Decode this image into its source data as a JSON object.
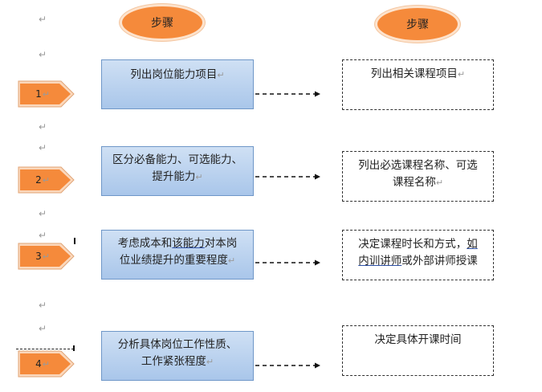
{
  "headers": {
    "left": "步骤",
    "right": "步骤"
  },
  "para_mark": "↵",
  "steps": [
    {
      "number": "1",
      "line1": "列出岗位能力项目",
      "line2": ""
    },
    {
      "number": "2",
      "line1": "区分必备能力、可选能力、",
      "line2": "提升能力"
    },
    {
      "number": "3",
      "line1_a": "考虑成本和",
      "line1_u": "该能力",
      "line1_b": "对本岗",
      "line2": "位业绩提升的重要程度"
    },
    {
      "number": "4",
      "line1": "分析具体岗位工作性质、",
      "line2": "工作紧张程度"
    }
  ],
  "courses": [
    {
      "line1": "列出相关课程项目",
      "line2": ""
    },
    {
      "line1": "列出必选课程名称、可选",
      "line2": "课程名称"
    },
    {
      "line1_a": "决定课程时长和方式，",
      "line1_u": "如",
      "line2_u": "内训讲师",
      "line2_b": "或外部讲师授课"
    },
    {
      "line1": "决定具体开课时间",
      "line2": ""
    }
  ],
  "colors": {
    "oval": "#f58a3b",
    "tag": "#f58a3b",
    "step_fill": "#b9d1ee",
    "step_border": "#6f97c8"
  }
}
